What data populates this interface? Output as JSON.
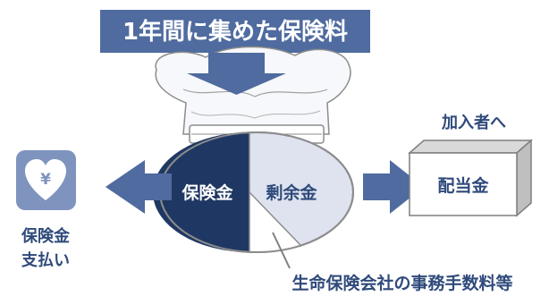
{
  "banner": {
    "text": "1年間に集めた保険料"
  },
  "bag": {
    "left_label": "保険金",
    "right_label": "剰余金"
  },
  "payout": {
    "icon_symbol": "¥",
    "label_line1": "保険金",
    "label_line2": "支払い"
  },
  "dividend": {
    "heading": "加入者へ",
    "box_label": "配当金"
  },
  "footer": {
    "text": "生命保険会社の事務手数料等"
  },
  "colors": {
    "navy": "#1f3863",
    "arrow_blue": "#4f6b9f",
    "light_fill": "#dfe3ef",
    "cloth_fill": "#f7f8fb",
    "icon_fill": "#7f93bf",
    "box_side": "#bfbfbf",
    "box_top": "#d9d9d9"
  }
}
